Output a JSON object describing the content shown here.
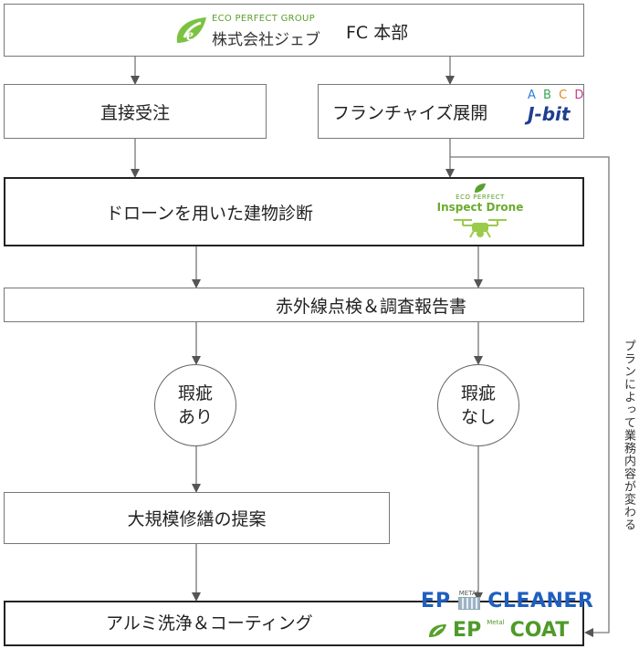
{
  "hq": {
    "logo_line1": "ECO PERFECT GROUP",
    "logo_line2": "株式会社ジェブ",
    "label": "FC 本部"
  },
  "direct": {
    "label": "直接受注"
  },
  "franchise": {
    "label": "フランチャイズ展開",
    "brand_letters": [
      "A",
      "B",
      "C",
      "D"
    ],
    "brand_name": "J-bit"
  },
  "drone": {
    "label": "ドローンを用いた建物診断",
    "logo_top": "ECO PERFECT",
    "logo_name": "Inspect Drone"
  },
  "report": {
    "label": "赤外線点検＆調査報告書"
  },
  "defect_yes": {
    "line1": "瑕疵",
    "line2": "あり"
  },
  "defect_no": {
    "line1": "瑕疵",
    "line2": "なし"
  },
  "repair": {
    "label": "大規模修繕の提案"
  },
  "final": {
    "label": "アルミ洗浄＆コーティング",
    "logo1_left": "EP",
    "logo1_small": "METAL",
    "logo1_right": "CLEANER",
    "logo2_left": "EP",
    "logo2_small": "Metal",
    "logo2_right": "COAT"
  },
  "side_note": "プランによって業務内容が変わる",
  "colors": {
    "eco_green": "#5aa02c",
    "jbit_blue": "#1f3f8f",
    "cleaner_blue": "#1f5fbf",
    "coat_green": "#4f9a2a"
  }
}
